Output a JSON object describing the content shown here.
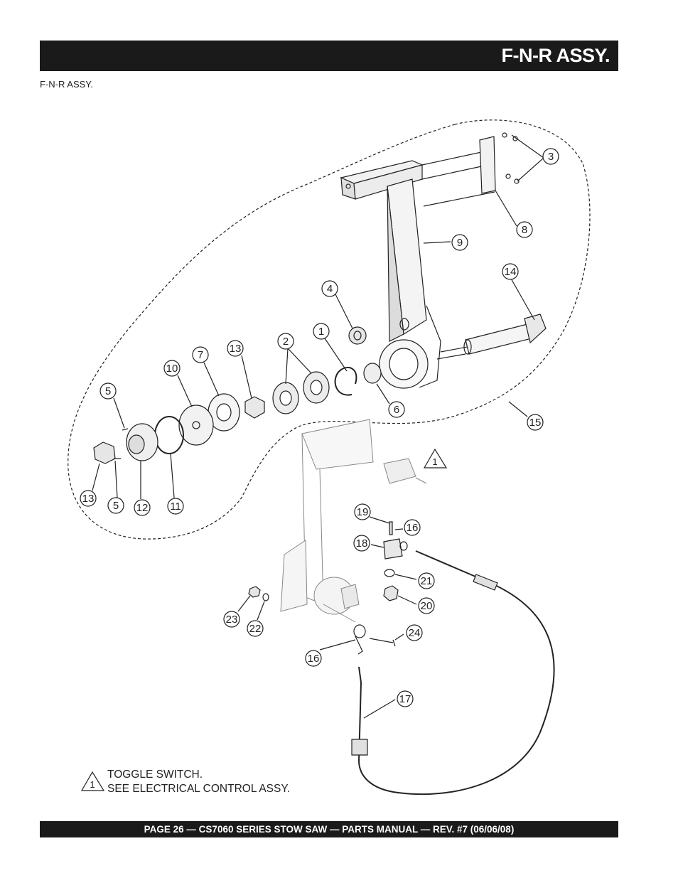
{
  "header": {
    "title": "F-N-R ASSY."
  },
  "subtitle": "F-N-R ASSY.",
  "note": {
    "symbol": "1",
    "line1": "TOGGLE SWITCH.",
    "line2": "SEE ELECTRICAL CONTROL ASSY."
  },
  "callouts": {
    "c1": "1",
    "c2": "2",
    "c3": "3",
    "c4": "4",
    "c5a": "5",
    "c5b": "5",
    "c6": "6",
    "c7": "7",
    "c8": "8",
    "c9": "9",
    "c10": "10",
    "c11": "11",
    "c12": "12",
    "c13a": "13",
    "c13b": "13",
    "c14": "14",
    "c15": "15",
    "c16a": "16",
    "c16b": "16",
    "c17": "17",
    "c18": "18",
    "c19": "19",
    "c20": "20",
    "c21": "21",
    "c22": "22",
    "c23": "23",
    "c24": "24",
    "tri1": "1"
  },
  "footer": {
    "text": "PAGE 26 — CS7060 SERIES STOW SAW — PARTS MANUAL — REV. #7 (06/06/08)"
  }
}
